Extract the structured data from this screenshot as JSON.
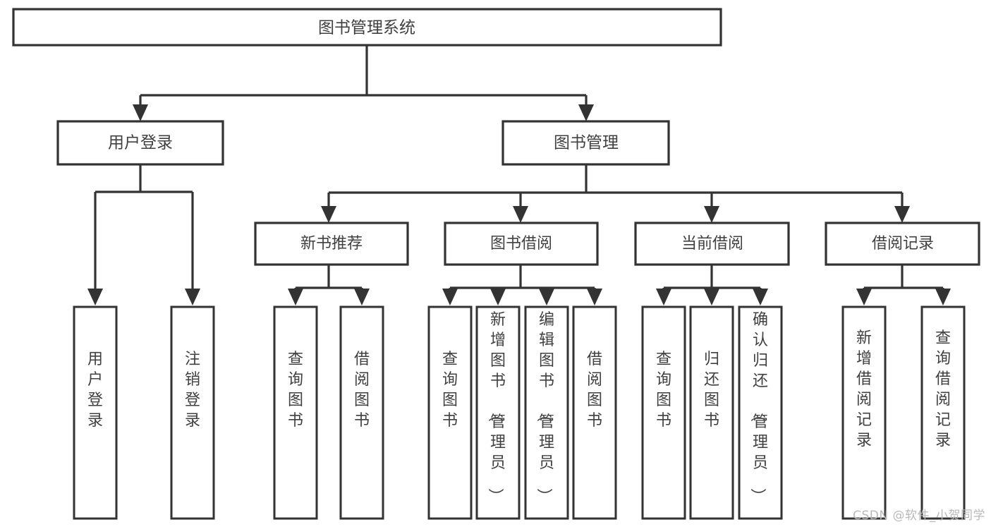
{
  "diagram": {
    "type": "tree-hierarchy-flowchart",
    "background_color": "#ffffff",
    "line_color": "#333333",
    "text_color": "#404040",
    "root": {
      "id": "root",
      "label": "图书管理系统"
    },
    "level1": [
      {
        "id": "user-login",
        "label": "用户登录"
      },
      {
        "id": "book-manage",
        "label": "图书管理"
      }
    ],
    "level2": [
      {
        "id": "new-book-recommend",
        "label": "新书推荐",
        "parent": "book-manage"
      },
      {
        "id": "book-borrow",
        "label": "图书借阅",
        "parent": "book-manage"
      },
      {
        "id": "current-borrow",
        "label": "当前借阅",
        "parent": "book-manage"
      },
      {
        "id": "borrow-record",
        "label": "借阅记录",
        "parent": "book-manage"
      }
    ],
    "leaves": {
      "user-login": [
        {
          "id": "leaf-user-login",
          "label": "用户登录"
        },
        {
          "id": "leaf-logout",
          "label": "注销登录"
        }
      ],
      "new-book-recommend": [
        {
          "id": "leaf-query-book-1",
          "label": "查询图书"
        },
        {
          "id": "leaf-borrow-book-1",
          "label": "借阅图书"
        }
      ],
      "book-borrow": [
        {
          "id": "leaf-query-book-2",
          "label": "查询图书"
        },
        {
          "id": "leaf-add-book",
          "label": "新增图书（管理员）"
        },
        {
          "id": "leaf-edit-book",
          "label": "编辑图书（管理员）"
        },
        {
          "id": "leaf-borrow-book-2",
          "label": "借阅图书"
        }
      ],
      "current-borrow": [
        {
          "id": "leaf-query-book-3",
          "label": "查询图书"
        },
        {
          "id": "leaf-return-book",
          "label": "归还图书"
        },
        {
          "id": "leaf-confirm-return",
          "label": "确认归还（管理员）"
        }
      ],
      "borrow-record": [
        {
          "id": "leaf-add-record",
          "label": "新增借阅记录"
        },
        {
          "id": "leaf-query-record",
          "label": "查询借阅记录"
        }
      ]
    }
  },
  "watermark": {
    "text": "CSDN @软件_小贺同学"
  }
}
